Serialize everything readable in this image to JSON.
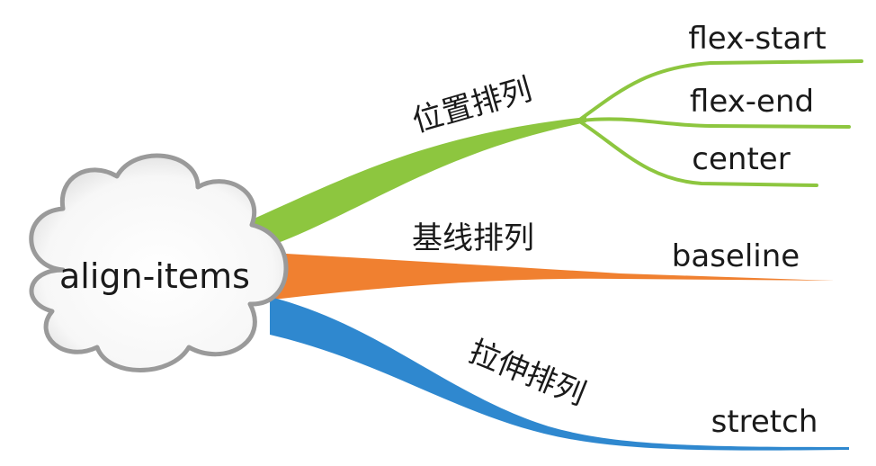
{
  "root": {
    "label": "align-items",
    "shape": "cloud-icon"
  },
  "branches": [
    {
      "label": "位置排列",
      "color": "#8dc63f",
      "leaves": [
        "flex-start",
        "flex-end",
        "center"
      ]
    },
    {
      "label": "基线排列",
      "color": "#f08030",
      "leaves": [
        "baseline"
      ]
    },
    {
      "label": "拉伸排列",
      "color": "#2f88cf",
      "leaves": [
        "stretch"
      ]
    }
  ]
}
